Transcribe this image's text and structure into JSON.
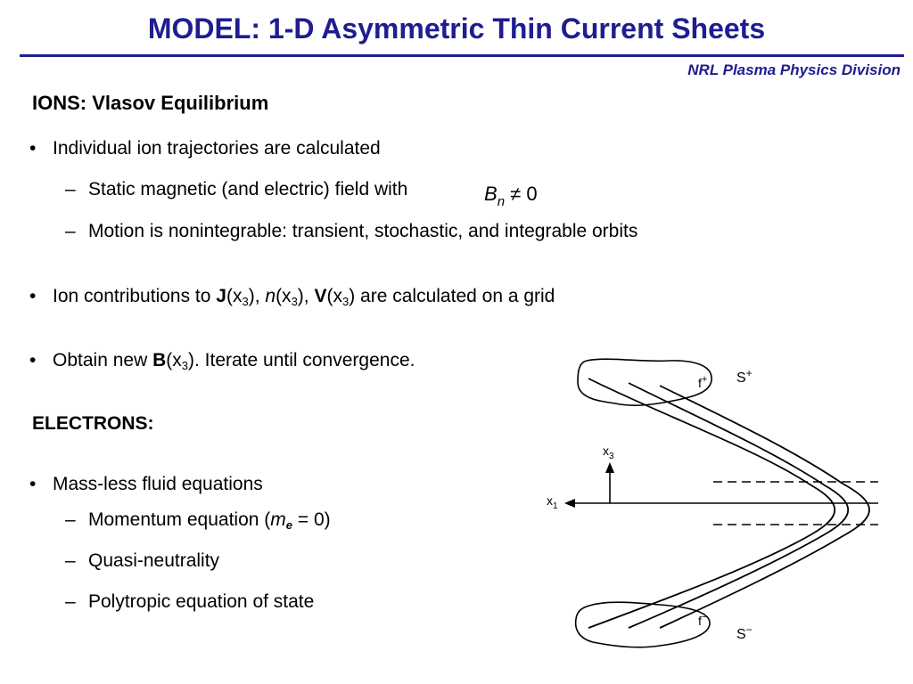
{
  "header": {
    "title": "MODEL: 1-D Asymmetric Thin Current Sheets",
    "division": "NRL Plasma Physics Division"
  },
  "ions": {
    "heading": "IONS:  Vlasov Equilibrium",
    "bullet1": "Individual ion trajectories are calculated",
    "sub1": "Static magnetic (and electric) field with",
    "sub1_formula": {
      "symbol": "B",
      "subscript": "n",
      "relation": "≠ 0"
    },
    "sub2": "Motion is nonintegrable: transient, stochastic, and integrable orbits",
    "bullet2": {
      "prefix": "Ion contributions to ",
      "J": "J",
      "n": "n",
      "V": "V",
      "arg_open": "(x",
      "arg_sub": "3",
      "arg_close": ")",
      "sep": ", ",
      "suffix": " are calculated on a grid"
    },
    "bullet3": {
      "prefix": "Obtain new ",
      "B": "B",
      "arg_open": "(x",
      "arg_sub": "3",
      "suffix": ").  Iterate until convergence."
    }
  },
  "electrons": {
    "heading": "ELECTRONS:",
    "bullet1": "Mass-less fluid equations",
    "sub1": {
      "prefix": "Momentum equation (",
      "m": "m",
      "e": "e",
      "suffix": " = 0)"
    },
    "sub2": "Quasi-neutrality",
    "sub3": "Polytropic equation of state"
  },
  "diagram": {
    "label_f_plus": "f",
    "label_f_plus_sup": "+",
    "label_s_plus": "S",
    "label_s_plus_sup": "+",
    "label_f_minus": "f",
    "label_f_minus_sup": "−",
    "label_s_minus": "S",
    "label_s_minus_sup": "−",
    "axis_x3": "x",
    "axis_x3_sub": "3",
    "axis_x1": "x",
    "axis_x1_sub": "1"
  },
  "symbols": {
    "bullet": "•",
    "dash": "–"
  },
  "colors": {
    "title": "#1f1d8f",
    "text": "#000000",
    "background": "#ffffff"
  }
}
